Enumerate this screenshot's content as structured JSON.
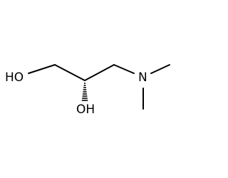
{
  "molecule": {
    "atoms": {
      "oh1": "HO",
      "oh2": "OH",
      "n": "N"
    },
    "colors": {
      "bond": "#000000",
      "label": "#000000",
      "background": "#ffffff"
    }
  }
}
